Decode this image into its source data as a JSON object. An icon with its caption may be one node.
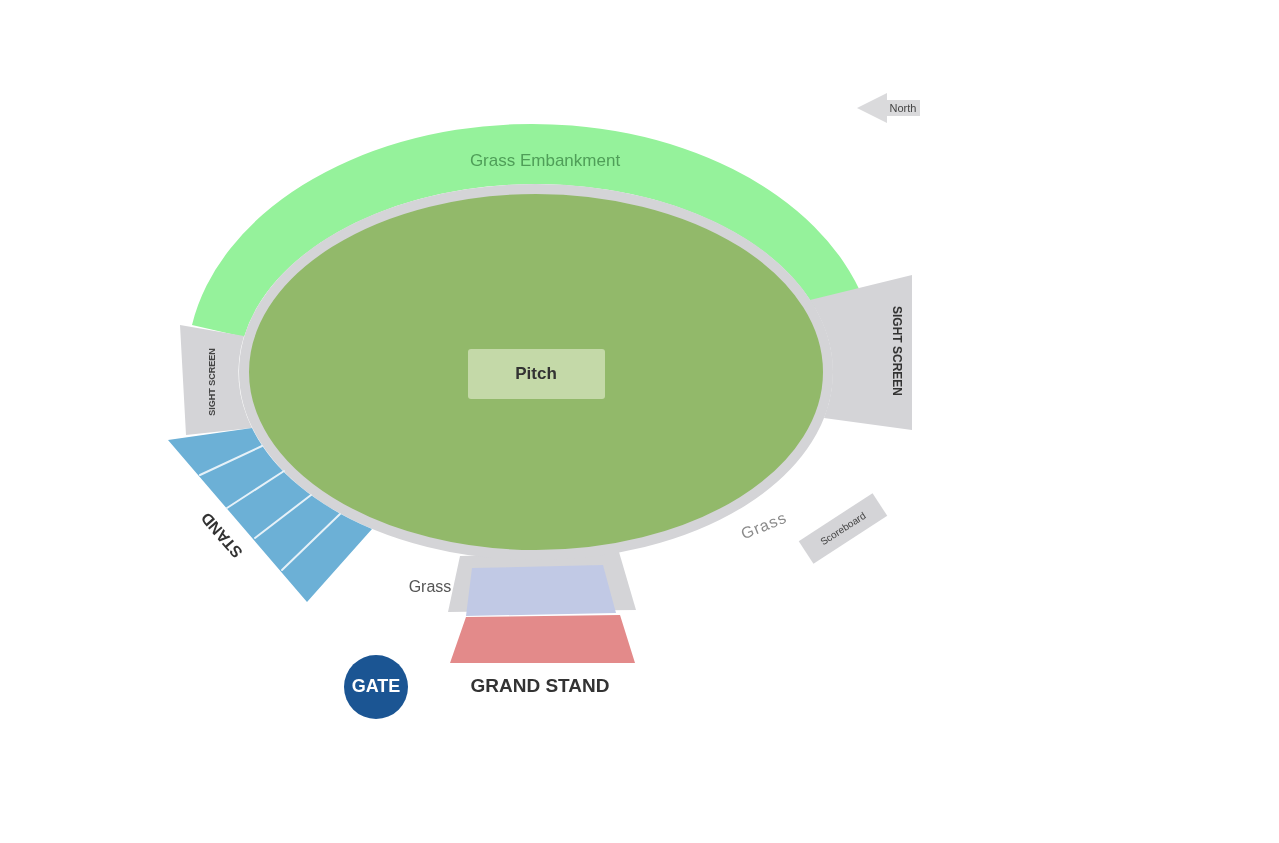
{
  "diagram": {
    "nodes": [
      {
        "text": [
          "Grass Embankment"
        ]
      },
      {
        "text": [],
        "shape": "oval"
      },
      {
        "text": [
          "Pitch"
        ],
        "in": 1
      },
      {
        "text": [
          "SIGHT SCREEN"
        ]
      },
      {
        "text": [
          "SIGHT SCREEN"
        ]
      },
      {
        "text": [
          "STAND"
        ]
      },
      {
        "text": [
          "Scoreboard"
        ]
      },
      {
        "text": [],
        "shape": "box"
      },
      {
        "text": [
          "GRAND STAND"
        ]
      },
      {
        "text": [
          "GATE"
        ]
      }
    ],
    "labels": [
      "North",
      "Grass",
      "Grass"
    ]
  }
}
